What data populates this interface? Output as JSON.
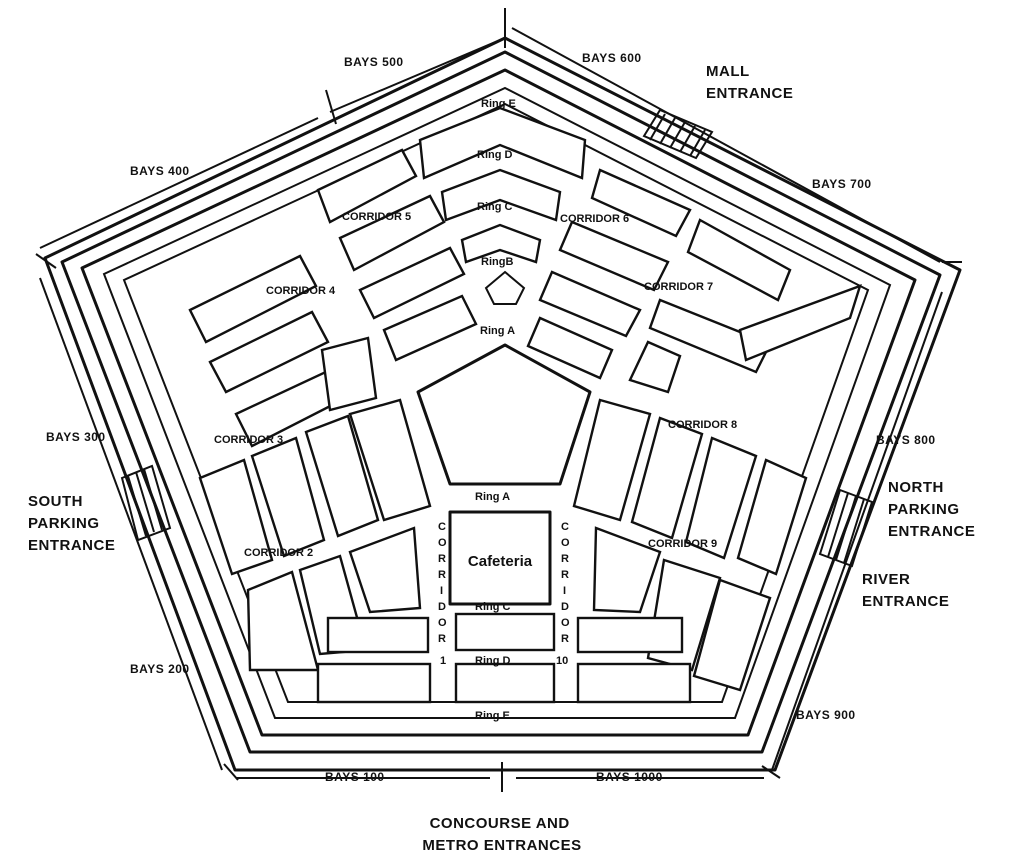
{
  "bays": {
    "b100": "BAYS 100",
    "b200": "BAYS 200",
    "b300": "BAYS 300",
    "b400": "BAYS 400",
    "b500": "BAYS 500",
    "b600": "BAYS 600",
    "b700": "BAYS 700",
    "b800": "BAYS 800",
    "b900": "BAYS 900",
    "b1000": "BAYS 1000"
  },
  "entrances": {
    "mall": [
      "MALL",
      "ENTRANCE"
    ],
    "south_parking": [
      "SOUTH",
      "PARKING",
      "ENTRANCE"
    ],
    "north_parking": [
      "NORTH",
      "PARKING",
      "ENTRANCE"
    ],
    "river": [
      "RIVER",
      "ENTRANCE"
    ],
    "concourse": [
      "CONCOURSE AND",
      "METRO ENTRANCES"
    ]
  },
  "rings": {
    "e_top": "Ring E",
    "d_top": "Ring D",
    "c_top": "Ring C",
    "b": "RingB",
    "a_top": "Ring A",
    "a_bottom": "Ring A",
    "c_bottom": "Ring C",
    "d_bottom": "Ring D",
    "e_bottom": "Ring E"
  },
  "corridors": {
    "c2": "CORRIDOR 2",
    "c3": "CORRIDOR 3",
    "c4": "CORRIDOR 4",
    "c5": "CORRIDOR 5",
    "c6": "CORRIDOR 6",
    "c7": "CORRIDOR 7",
    "c8": "CORRIDOR 8",
    "c9": "CORRIDOR 9",
    "c1_letters": [
      "C",
      "O",
      "R",
      "R",
      "I",
      "D",
      "O",
      "R",
      "1"
    ],
    "c10_letters": [
      "C",
      "O",
      "R",
      "R",
      "I",
      "D",
      "O",
      "R",
      "10"
    ]
  },
  "cafeteria": "Cafeteria"
}
